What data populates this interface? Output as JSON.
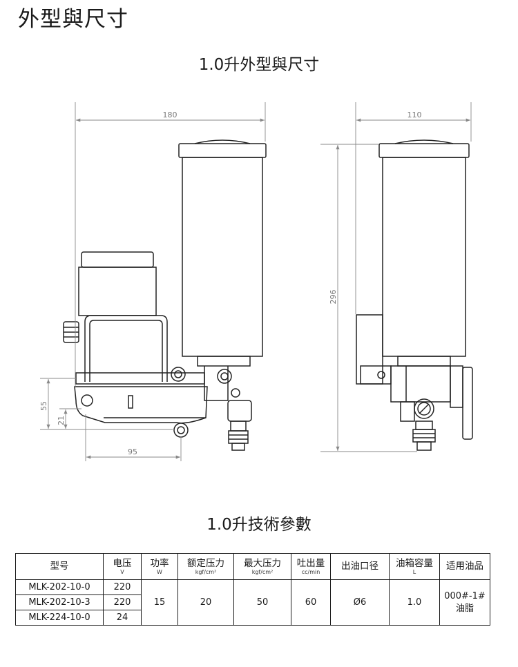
{
  "page": {
    "title": "外型與尺寸",
    "drawing_title": "1.0升外型與尺寸",
    "table_title": "1.0升技術參數"
  },
  "dimensions": {
    "width_front": "180",
    "width_side": "110",
    "height": "296",
    "base_height": "55",
    "base_offset": "21",
    "mount_width": "95"
  },
  "table": {
    "headers": [
      {
        "label": "型号",
        "unit": ""
      },
      {
        "label": "电压",
        "unit": "V"
      },
      {
        "label": "功率",
        "unit": "W"
      },
      {
        "label": "额定压力",
        "unit": "kgf/cm²"
      },
      {
        "label": "最大压力",
        "unit": "kgf/cm²"
      },
      {
        "label": "吐出量",
        "unit": "cc/min"
      },
      {
        "label": "出油口径",
        "unit": ""
      },
      {
        "label": "油箱容量",
        "unit": "L"
      },
      {
        "label": "适用油品",
        "unit": ""
      }
    ],
    "rows": [
      {
        "model": "MLK-202-10-0",
        "voltage": "220"
      },
      {
        "model": "MLK-202-10-3",
        "voltage": "220"
      },
      {
        "model": "MLK-224-10-0",
        "voltage": "24"
      }
    ],
    "shared": {
      "power": "15",
      "rated_pressure": "20",
      "max_pressure": "50",
      "flow": "60",
      "outlet": "Ø6",
      "tank": "1.0",
      "oil_line1": "000#-1#",
      "oil_line2": "油脂"
    }
  }
}
